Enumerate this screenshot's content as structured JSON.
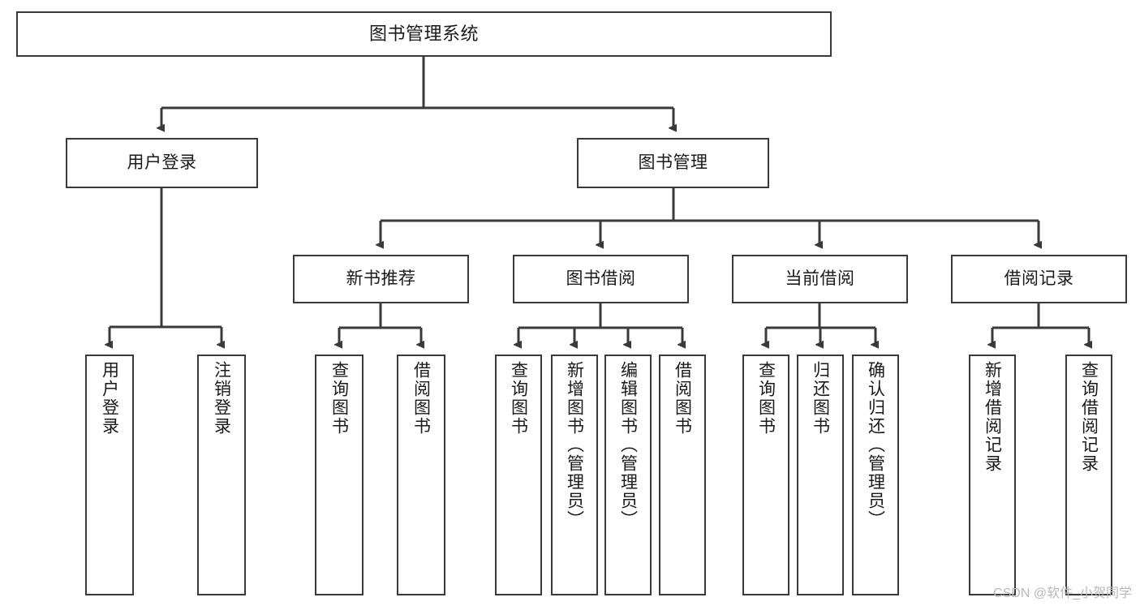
{
  "diagram": {
    "type": "tree",
    "title": "图书管理系统",
    "orientation": "top-down",
    "colors": {
      "box_border": "#3a3a3a",
      "box_fill": "#ffffff",
      "edge": "#3a3a3a",
      "text": "#1a1a1a",
      "watermark": "#b9b9b9"
    },
    "nodes": {
      "root": {
        "label": "图书管理系统"
      },
      "level2": [
        {
          "label": "用户登录"
        },
        {
          "label": "图书管理"
        }
      ],
      "level3": [
        {
          "label": "新书推荐"
        },
        {
          "label": "图书借阅"
        },
        {
          "label": "当前借阅"
        },
        {
          "label": "借阅记录"
        }
      ],
      "leaves_user_login": [
        {
          "label": "用户登录"
        },
        {
          "label": "注销登录"
        }
      ],
      "leaves_new_book": [
        {
          "label": "查询图书"
        },
        {
          "label": "借阅图书"
        }
      ],
      "leaves_borrow": [
        {
          "label": "查询图书"
        },
        {
          "label": "新增图书（管理员）"
        },
        {
          "label": "编辑图书（管理员）"
        },
        {
          "label": "借阅图书"
        }
      ],
      "leaves_current": [
        {
          "label": "查询图书"
        },
        {
          "label": "归还图书"
        },
        {
          "label": "确认归还（管理员）"
        }
      ],
      "leaves_records": [
        {
          "label": "新增借阅记录"
        },
        {
          "label": "查询借阅记录"
        }
      ]
    },
    "watermark": "CSDN @软件_小贺同学"
  }
}
